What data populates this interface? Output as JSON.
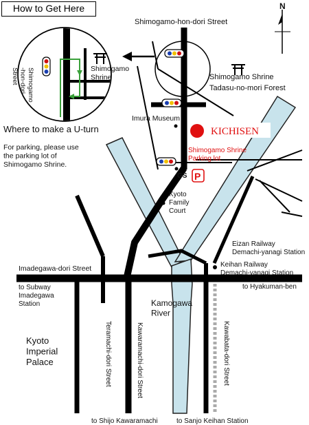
{
  "title": "How to Get Here",
  "compass": {
    "label": "N"
  },
  "streets": {
    "shimogamo_hon_dori": "Shimogamo-hon-dori Street",
    "imadegawa_dori": "Imadegawa-dori Street",
    "teramachi_dori": "Teramachi-dori Street",
    "kawaramachi_dori": "Kawaramachi-dori Street",
    "kawabata_dori": "Kawabata-dori Street"
  },
  "inset": {
    "street_label": "Shimogamo\n-hon-dori\nStreet",
    "shrine_label": "Shimogamo\nShrine",
    "caption": "Where to make a U-turn"
  },
  "parking_note": "For parking, please use\nthe parking lot of\nShimogamo Shrine.",
  "landmarks": {
    "shimogamo_shrine": "Shimogamo Shrine",
    "tadasu_forest": "Tadasu-no-mori Forest",
    "imura_museum": "Imura Museum",
    "kichisen": "KICHISEN",
    "parking_lot": "Shimogamo Shrine\nParking lot",
    "parking_icon": "P",
    "gas_station": "GS",
    "family_court": "Kyoto\nFamily\nCourt",
    "kamogawa_river": "Kamogawa\nRiver",
    "imperial_palace": "Kyoto\nImperial\nPalace"
  },
  "stations": {
    "eizan": "Eizan Railway\nDemachi-yanagi Station",
    "keihan": "Keihan Railway\nDemachi-yanagi Station",
    "to_subway": "to Subway\nImadegawa\nStation",
    "to_hyakuman_ben": "to Hyakuman-ben",
    "to_shijo": "to Shijo Kawaramachi",
    "to_sanjo": "to Sanjo Keihan Station"
  },
  "colors": {
    "road": "#000000",
    "river": "#c8e3ec",
    "river_edge": "#222222",
    "accent_red": "#e01010",
    "route_green": "#3aa03a",
    "signal_yellow": "#f0c000",
    "signal_blue": "#1a3fb0",
    "signal_red": "#d01010",
    "railway_gray": "#aaaaaa"
  }
}
